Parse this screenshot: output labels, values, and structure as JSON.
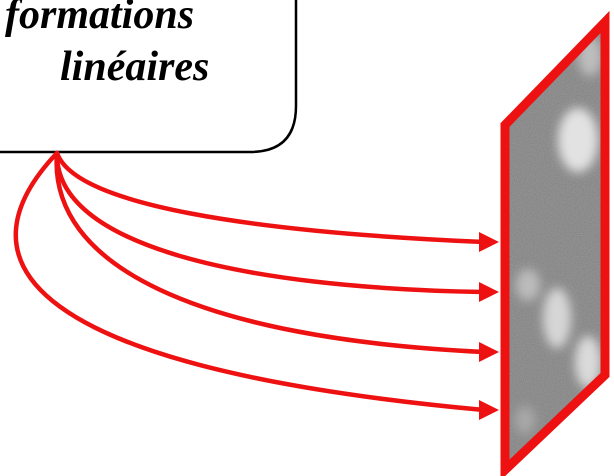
{
  "box": {
    "line1": "formations",
    "line2": "linéaires"
  },
  "colors": {
    "arrow": "#ee1111",
    "frame": "#ee1111",
    "box_border": "#000000",
    "image_bg": "#7e7e7e",
    "blob": "#e2e2e2"
  },
  "arrow_count": 4
}
